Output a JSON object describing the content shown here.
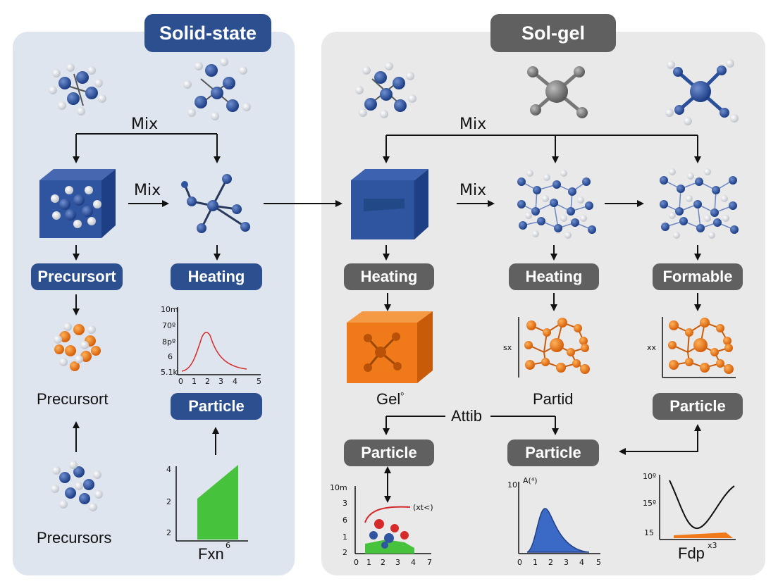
{
  "headers": {
    "left": "Solid-state",
    "right": "Sol-gel"
  },
  "colors": {
    "blue": "#2c4f8f",
    "gray": "#606060",
    "orange": "#f07a1a",
    "green": "#47c23c",
    "red_curve": "#d62a2a"
  },
  "left": {
    "mix_top": "Mix",
    "mix_side": "Mix",
    "pill_precursort": "Precursort",
    "pill_heating": "Heating",
    "label_precursort": "Precursort",
    "label_precursors": "Precursors",
    "pill_particle": "Particle",
    "chart1": {
      "y_ticks": [
        "10m",
        "70º",
        "8pº",
        "6",
        "5.1k"
      ],
      "x_ticks": [
        "0",
        "1",
        "2",
        "3",
        "4",
        "5"
      ]
    },
    "chart2": {
      "y_ticks": [
        "4",
        "2",
        "2"
      ],
      "caption": "Fxn",
      "caption_sup": "6"
    }
  },
  "right": {
    "mix_top": "Mix",
    "mix_side": "Mix",
    "pill_heating1": "Heating",
    "pill_heating2": "Heating",
    "pill_formable": "Formable",
    "label_gel": "Gel",
    "label_gel_sup": "⁰",
    "label_partid": "Partid",
    "label_sx": "sx",
    "label_xx": "xx",
    "pill_particle_right": "Particle",
    "attib": "Attib",
    "pill_particle_a": "Particle",
    "pill_particle_b": "Particle",
    "chart3": {
      "y_ticks": [
        "10m",
        "3",
        "6",
        "1",
        "2"
      ],
      "x_ticks": [
        "0",
        "1",
        "2",
        "3",
        "4",
        "7"
      ],
      "annotation": "(xt<)"
    },
    "chart4": {
      "y_ticks": [
        "10"
      ],
      "x_ticks": [
        "0",
        "1",
        "2",
        "3",
        "4",
        "5"
      ],
      "annotation": "A(⁴)"
    },
    "chart5": {
      "y_ticks": [
        "10º",
        "15º",
        "15"
      ],
      "caption": "Fdp",
      "caption_sup": "x3"
    }
  }
}
